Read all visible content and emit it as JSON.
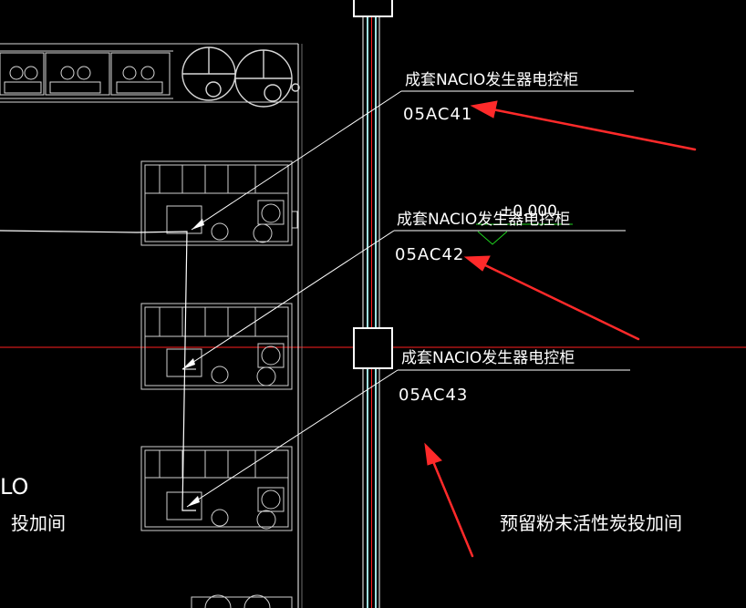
{
  "drawing": {
    "callouts": [
      {
        "title": "成套NACIO发生器电控柜",
        "code": "05AC41"
      },
      {
        "title": "成套NACIO发生器电控柜",
        "code": "05AC42"
      },
      {
        "title": "成套NACIO发生器电控柜",
        "code": "05AC43"
      }
    ],
    "elevation_text": "±0.000",
    "room_right": "预留粉末活性炭投加间",
    "room_left_top": "LO",
    "room_left_bottom": "投加间",
    "colors": {
      "background": "#000000",
      "linework": "#ffffff",
      "red_axis": "#ff1e1e",
      "cyan_wall": "#9fe3e3",
      "green_level": "#1fd41f",
      "arrow_red": "#ff2a2a"
    }
  }
}
